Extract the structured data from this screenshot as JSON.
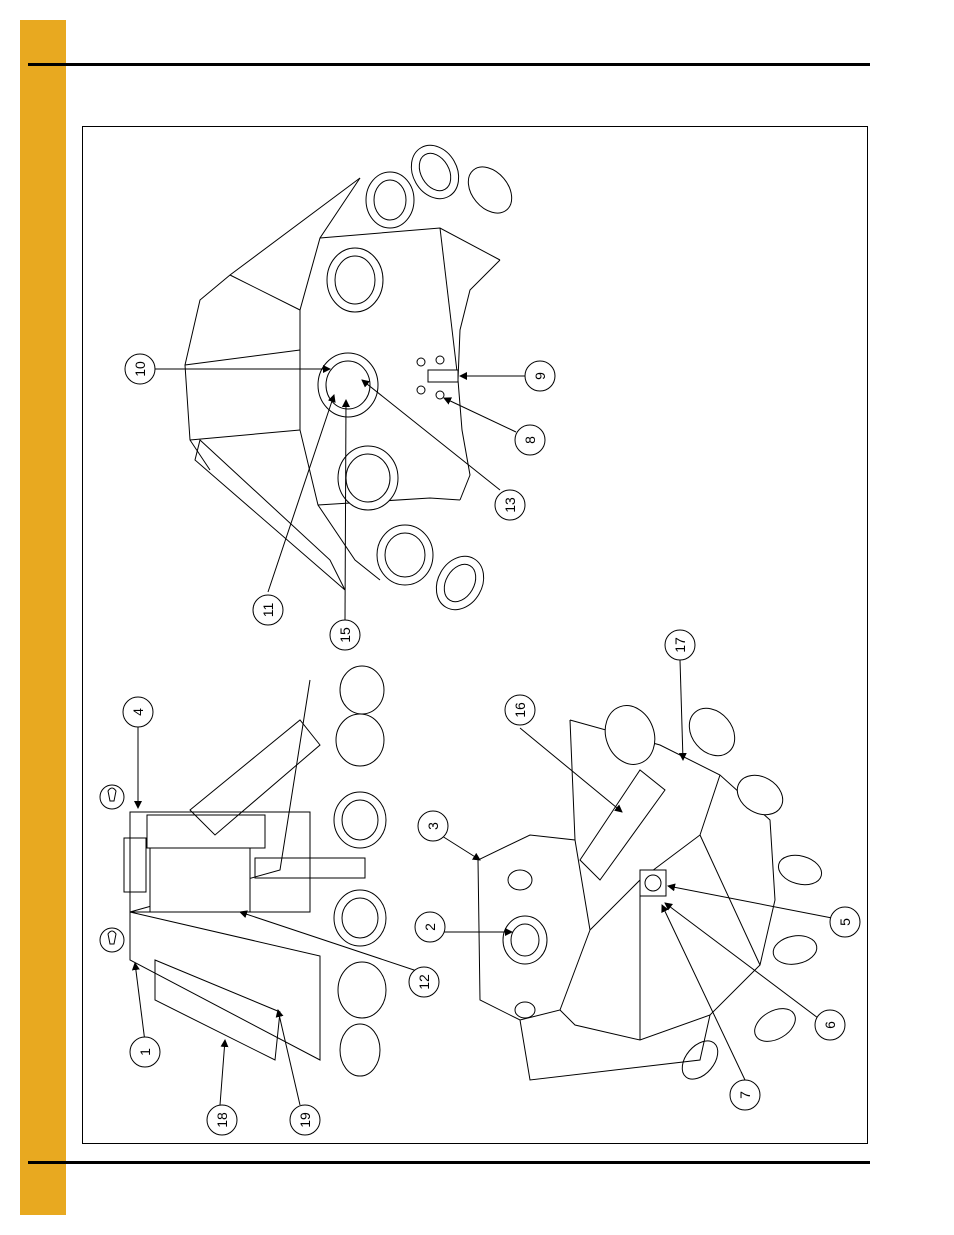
{
  "colors": {
    "side_tab": "#E8A920",
    "rule": "#000000",
    "line": "#000000"
  },
  "callouts": {
    "c1": "1",
    "c2": "2",
    "c3": "3",
    "c4": "4",
    "c5": "5",
    "c6": "6",
    "c7": "7",
    "c8": "8",
    "c9": "9",
    "c10": "10",
    "c11": "11",
    "c12": "12",
    "c13": "13",
    "c15": "15",
    "c16": "16",
    "c17": "17",
    "c18": "18",
    "c19": "19"
  }
}
